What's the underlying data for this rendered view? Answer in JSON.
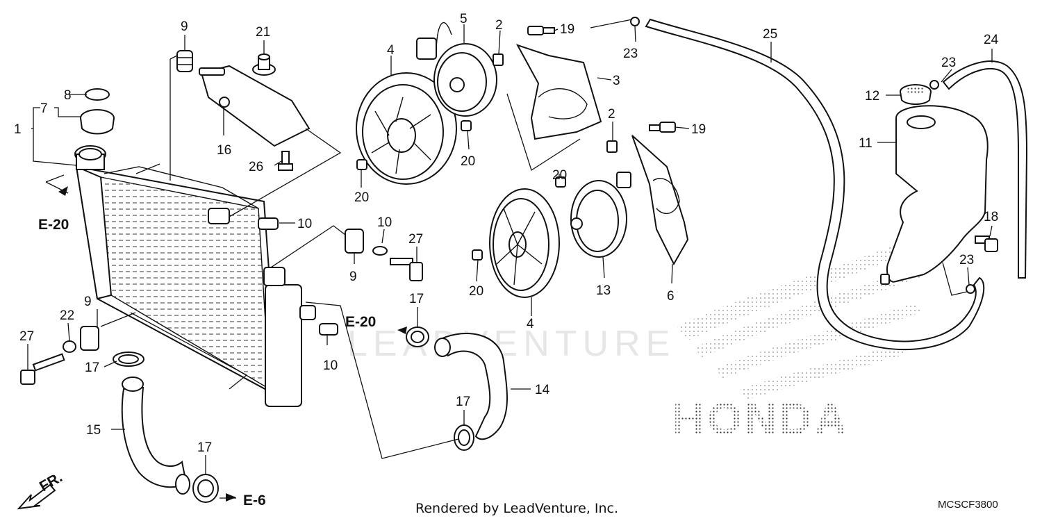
{
  "diagram": {
    "callouts": [
      "1",
      "2",
      "3",
      "4",
      "5",
      "6",
      "7",
      "8",
      "9",
      "10",
      "11",
      "12",
      "13",
      "14",
      "15",
      "16",
      "17",
      "18",
      "19",
      "20",
      "21",
      "22",
      "23",
      "24",
      "25",
      "26",
      "27"
    ],
    "references": {
      "e20": "E-20",
      "e6": "E-6"
    },
    "front_label": "FR.",
    "watermark": "LEADVENTURE",
    "brand": "HONDA",
    "footer": "Rendered by LeadVenture, Inc.",
    "code": "MCSCF3800"
  }
}
